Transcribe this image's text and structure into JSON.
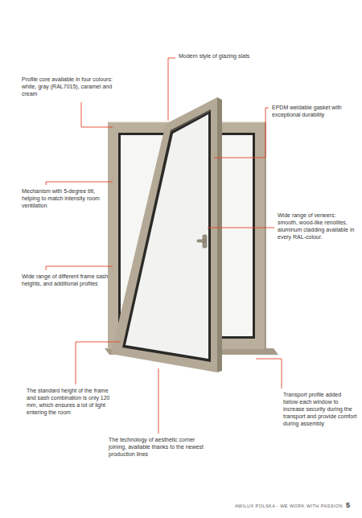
{
  "diagram": {
    "labels": [
      "Modern style of glazing slats",
      "Profile core available in four colours: white, gray (RAL7015), caramel and cream",
      "EPDM weldable gasket with exceptional durability",
      "Mechanism with 5-degree tilt, helping to match intensity room ventilation",
      "Wide range of veneers: smooth, wood-like renolites, aluminum cladding available in every RAL-colour.",
      "Wide range of different frame sash heights, and additional profiles",
      "The standard height of the frame and sash combination is only 120 mm, which ensures a lot of light entering the room",
      "Transport profile added below each window to increase security during the transport and provide comfort during assembly",
      "The technology of aesthetic corner joining, available thanks to the newest production lines",
      "AWILUX POLSKA - WE WORK WITH PASSION",
      "5"
    ]
  }
}
